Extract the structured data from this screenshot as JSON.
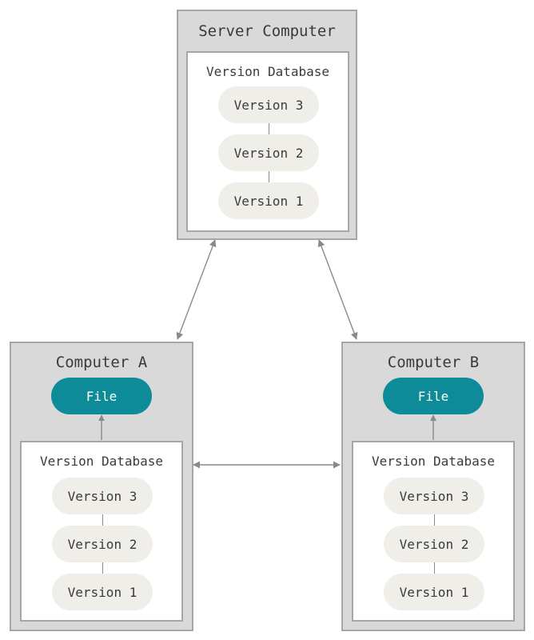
{
  "server": {
    "title": "Server Computer",
    "db_title": "Version Database",
    "versions": [
      "Version 3",
      "Version 2",
      "Version 1"
    ]
  },
  "computer_a": {
    "title": "Computer A",
    "file_label": "File",
    "db_title": "Version Database",
    "versions": [
      "Version 3",
      "Version 2",
      "Version 1"
    ]
  },
  "computer_b": {
    "title": "Computer B",
    "file_label": "File",
    "db_title": "Version Database",
    "versions": [
      "Version 3",
      "Version 2",
      "Version 1"
    ]
  },
  "colors": {
    "box_fill": "#d9d9d9",
    "box_border": "#a6a6a6",
    "version_fill": "#efeee8",
    "file_fill": "#0e8b98",
    "arrow": "#8a8a8a"
  }
}
